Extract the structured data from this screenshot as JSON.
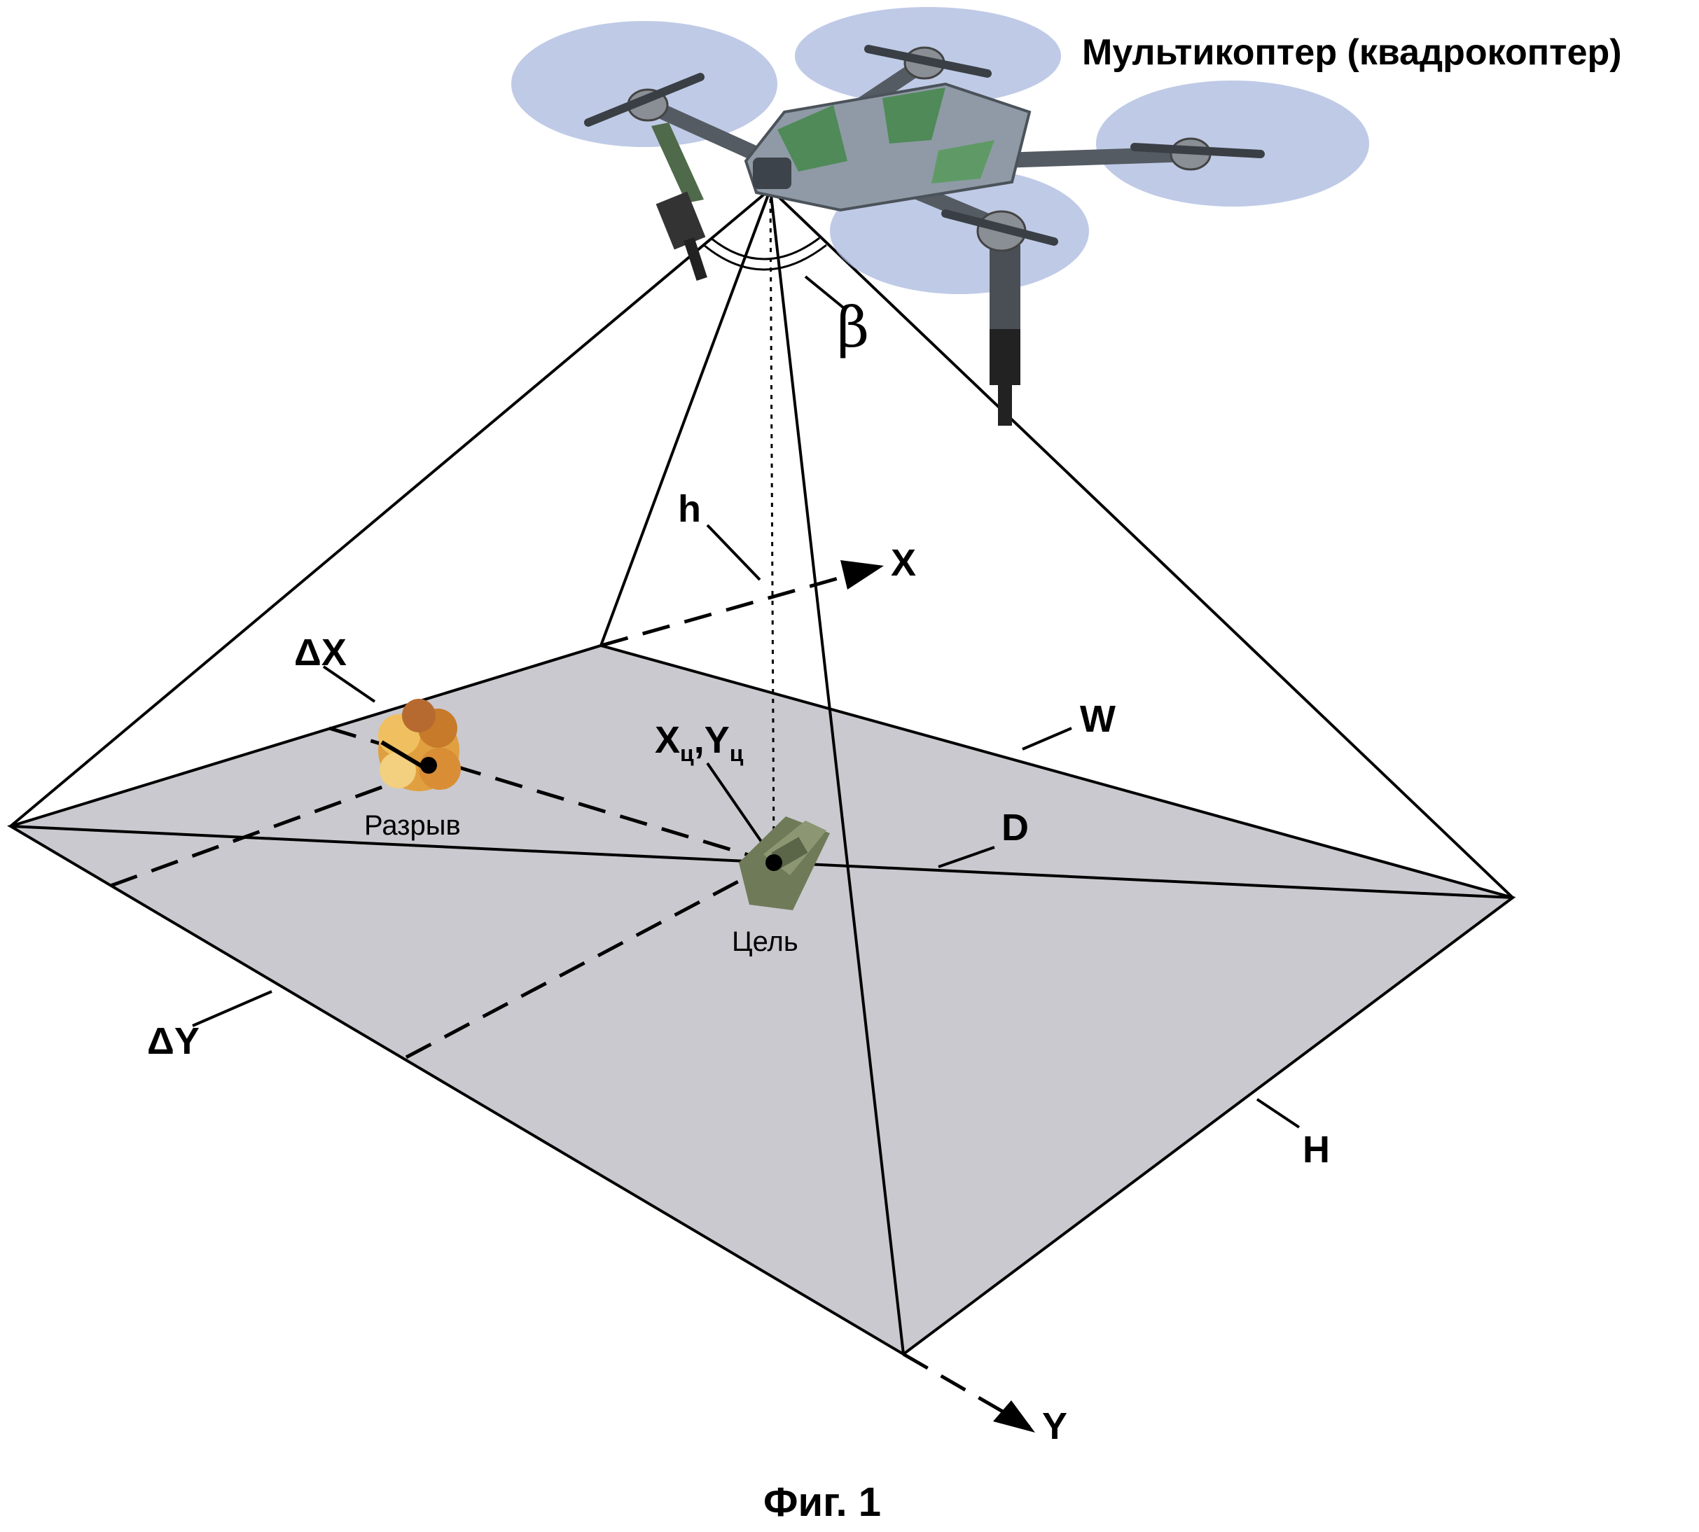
{
  "title": "Мультикоптер (квадрокоптер)",
  "labels": {
    "beta": "β",
    "h": "h",
    "x_axis": "X",
    "y_axis": "Y",
    "delta_x": "ΔX",
    "delta_y": "ΔY",
    "w": "W",
    "d": "D",
    "h_side": "H",
    "target_coord_x": "X",
    "target_coord_sub1": "ц",
    "target_coord_sep": ",",
    "target_coord_y": "Y",
    "target_coord_sub2": "ц",
    "burst": "Разрыв",
    "target": "Цель"
  },
  "caption": "Фиг. 1",
  "colors": {
    "ground": "#c9c9cf",
    "rotor": "#aab8dd",
    "drone_body": "#8f9aa6",
    "drone_green": "#4f8a58",
    "burst": "#e0a040",
    "tank": "#6f7a58"
  }
}
